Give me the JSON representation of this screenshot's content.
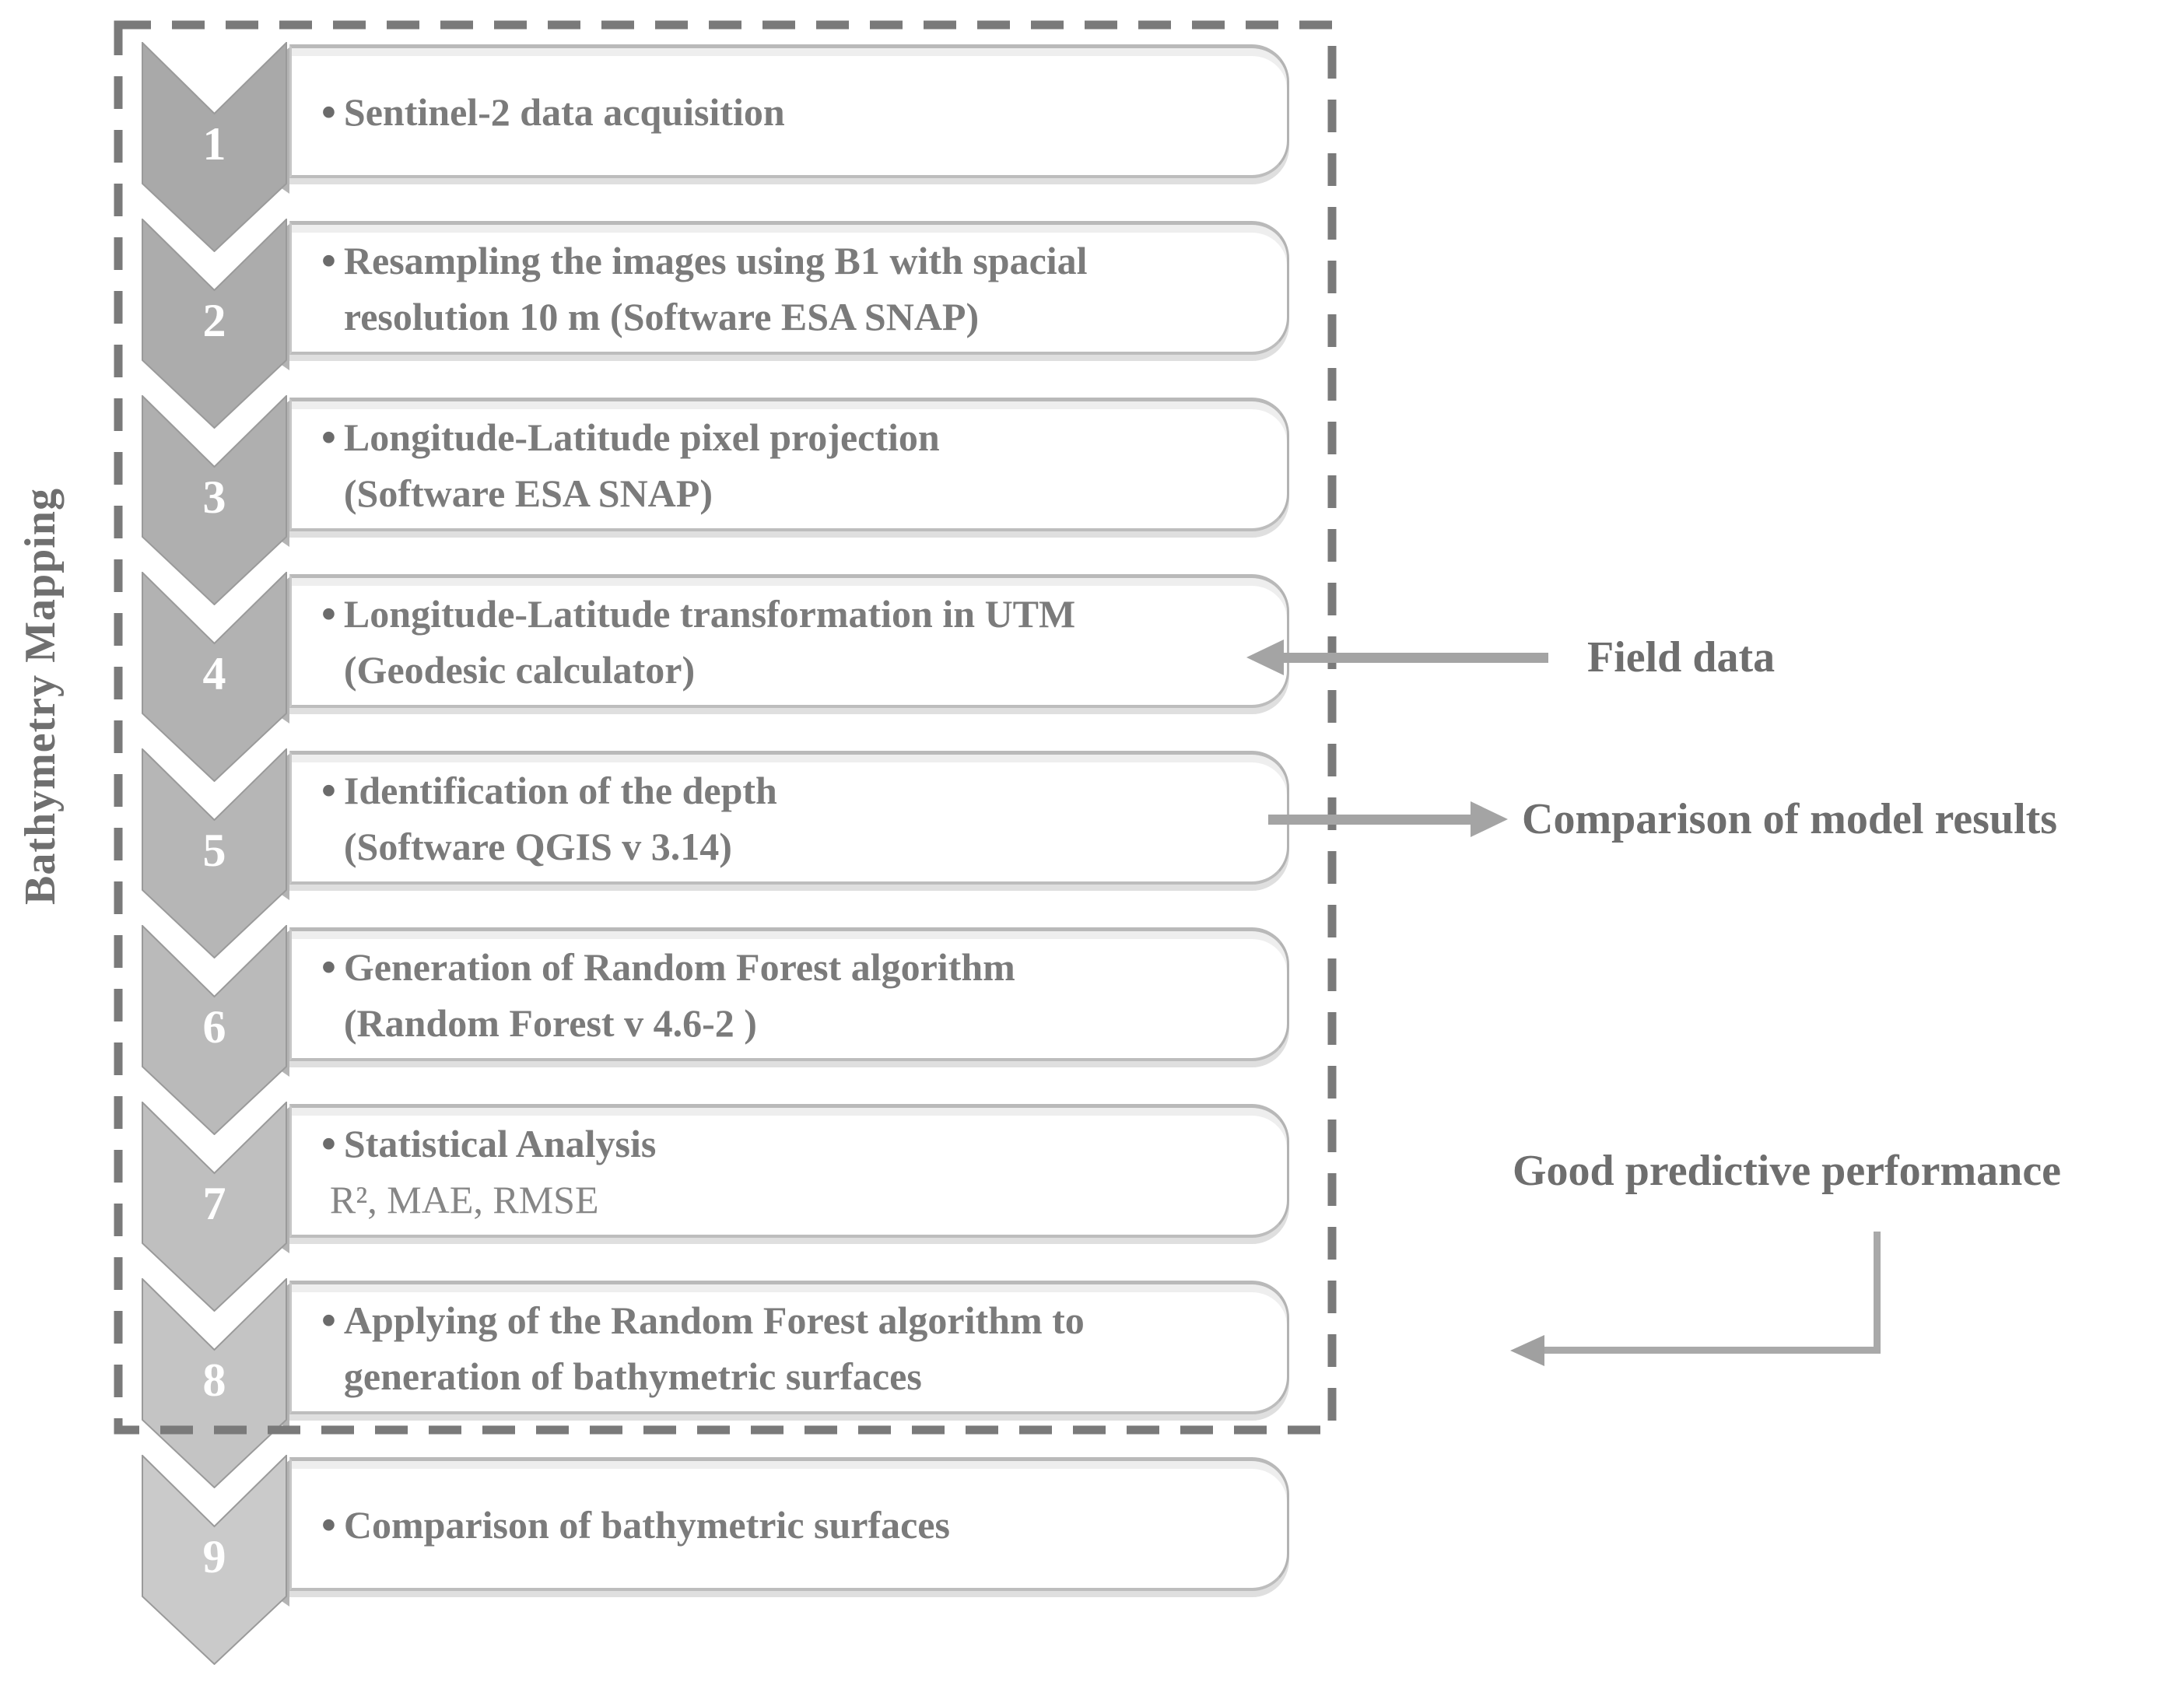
{
  "figure": {
    "side_label": "Bathymetry Mapping",
    "bullet_glyph": "•",
    "steps": [
      {
        "number": "1",
        "color": "#a9a9a9",
        "lines": [
          "Sentinel-2 data acquisition"
        ]
      },
      {
        "number": "2",
        "color": "#acacac",
        "lines": [
          "Resampling the images using B1 with spacial",
          "resolution 10 m (Software ESA SNAP)"
        ]
      },
      {
        "number": "3",
        "color": "#afafaf",
        "lines": [
          "Longitude-Latitude pixel projection",
          "(Software ESA SNAP)"
        ]
      },
      {
        "number": "4",
        "color": "#b2b2b2",
        "lines": [
          "Longitude-Latitude transformation in UTM",
          "(Geodesic calculator)"
        ]
      },
      {
        "number": "5",
        "color": "#b6b6b6",
        "lines": [
          "Identification of the depth",
          "(Software QGIS v 3.14)"
        ]
      },
      {
        "number": "6",
        "color": "#bababa",
        "lines": [
          "Generation of Random Forest algorithm",
          "(Random Forest v 4.6-2 )"
        ]
      },
      {
        "number": "7",
        "color": "#bfbfbf",
        "lines": [
          "Statistical Analysis",
          "R², MAE, RMSE"
        ]
      },
      {
        "number": "8",
        "color": "#c4c4c4",
        "lines": [
          "Applying of the Random Forest algorithm to",
          "generation of bathymetric surfaces"
        ]
      },
      {
        "number": "9",
        "color": "#cacaca",
        "lines": [
          "Comparison of bathymetric surfaces"
        ]
      }
    ],
    "annotations": {
      "field_data": {
        "label": "Field data"
      },
      "comparison": {
        "label": "Comparison of model results"
      },
      "performance": {
        "label": "Good predictive performance"
      }
    },
    "colors": {
      "arrow": "#a4a4a4",
      "dashed_border": "#7a7a7a",
      "box_border": "#b3b3b3",
      "box_text": "#7b7b7b",
      "number_text": "#ffffff",
      "side_label_text": "#6f6f6f"
    }
  }
}
